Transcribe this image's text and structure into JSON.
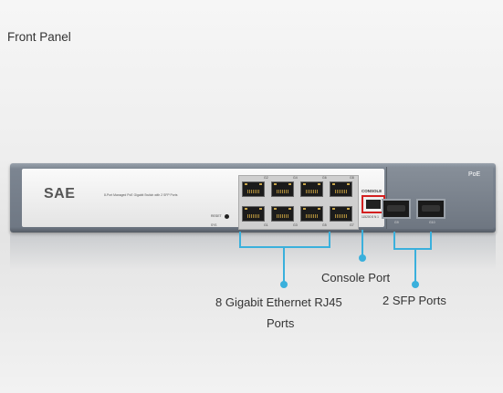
{
  "title": "Front Panel",
  "device": {
    "brand": "SAE",
    "model_text": "8-Port Managed PoE Gigabit Switch with 2 SFP Ports",
    "poe_badge": "PoE",
    "reset_label": "RESET",
    "sys_label": "SYS",
    "console_label": "CONSOLE",
    "console_sub": "115200 8 N 1",
    "port_labels_top": [
      "G2",
      "G4",
      "G6",
      "G8"
    ],
    "port_labels_bottom": [
      "G1",
      "G3",
      "G5",
      "G7"
    ],
    "sfp_labels": [
      "G9",
      "G10"
    ]
  },
  "annotations": {
    "console": "Console Port",
    "rj45_line1": "8 Gigabit Ethernet RJ45",
    "rj45_line2": "Ports",
    "sfp": "2 SFP Ports"
  },
  "colors": {
    "annotation": "#3ab0dc",
    "console_highlight": "#d32020"
  }
}
